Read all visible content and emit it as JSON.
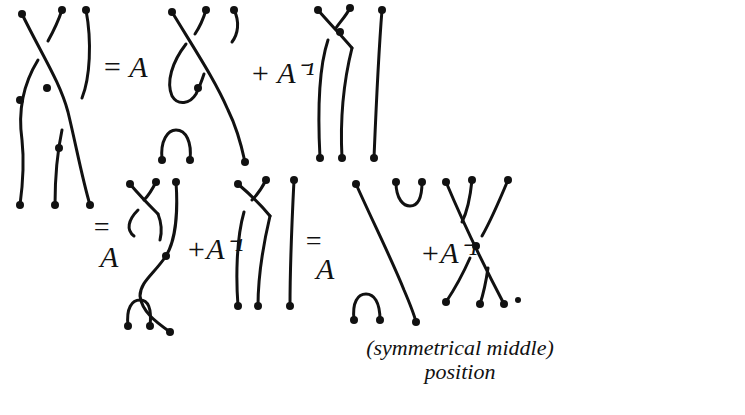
{
  "diagram": {
    "labels": [
      "= A",
      "+ A⁻¹",
      "=",
      "A",
      "+A⁻¹",
      "=",
      "A",
      "+A⁻¹",
      "(symmetrical middle) position"
    ]
  }
}
